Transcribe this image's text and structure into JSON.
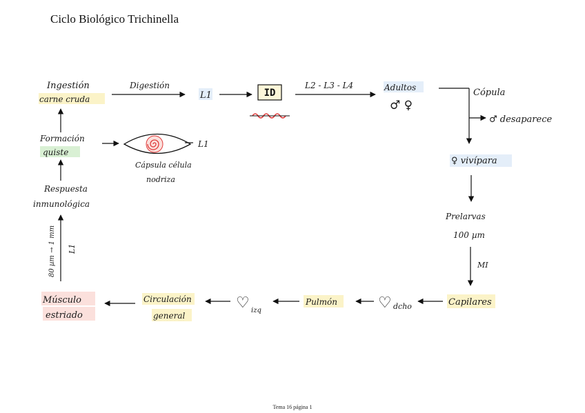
{
  "page": {
    "title": "Ciclo Biológico Trichinella",
    "footer": "Tema 16 página 1"
  },
  "diagram": {
    "nodes": {
      "ingestion": [
        "Ingestión",
        "carne cruda"
      ],
      "digestion": "Digestión",
      "l1_a": "L1",
      "id": "ID",
      "l2_l3_l4": "L2 - L3 - L4",
      "adultos": [
        "Adultos",
        "♂ ♀"
      ],
      "copula": "Cópula",
      "macho_desaparece": "♂ desaparece",
      "hembra_vivipara": "♀ vivípara",
      "prelarvas": [
        "Prelarvas",
        "100 µm"
      ],
      "mi": "MI",
      "capilares": "Capilares",
      "corazon_dcho": "dcho",
      "pulmon": "Pulmón",
      "corazon_izq": "izq",
      "circulacion_general": [
        "Circulación",
        "general"
      ],
      "musculo_estriado": [
        "Músculo",
        "estriado"
      ],
      "size_label": "80 µm → 1 mm",
      "l1_b": "L1",
      "respuesta": [
        "Respuesta",
        "inmunológica"
      ],
      "formacion_quiste": [
        "Formación",
        "quiste"
      ],
      "capsula": [
        "Cápsula célula",
        "nodriza"
      ],
      "l1_c": "L1"
    },
    "colors": {
      "highlight_yellow": "#fbf3c8",
      "highlight_green": "#d9f0d4",
      "highlight_pink": "#fbe0dc",
      "highlight_blue": "#e4eef9",
      "worm_red": "#e03b3b",
      "id_box_fill": "#fdf7d9"
    }
  }
}
